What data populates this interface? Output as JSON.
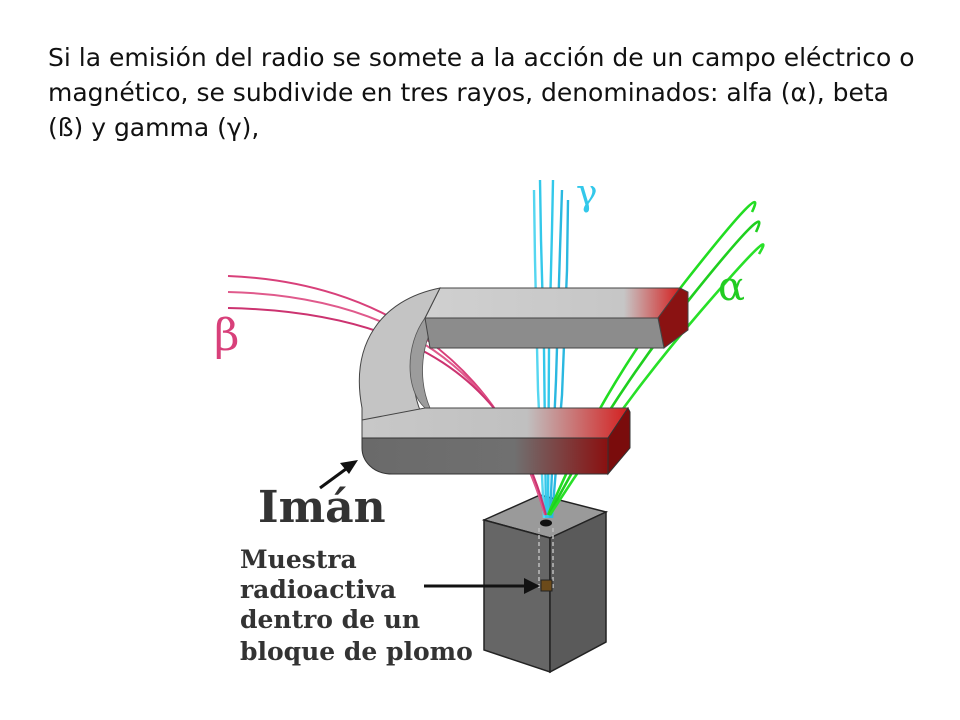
{
  "slide": {
    "intro_text": "Si la emisión del radio se somete a la acción de un campo eléctrico o magnético, se subdivide en tres rayos, denominados: alfa (α), beta (ß) y gamma (γ),"
  },
  "diagram": {
    "labels": {
      "gamma": "γ",
      "alpha": "α",
      "beta": "β",
      "magnet": "Imán",
      "sample_lines": [
        "Muestra",
        "radioactiva",
        "dentro de un",
        "bloque de plomo"
      ]
    },
    "colors": {
      "gamma_ray": "#33c8ea",
      "alpha_ray": "#22dd22",
      "beta_ray": "#d8407a",
      "magnet_body": "#b8b8b8",
      "magnet_pole": "#d42020",
      "lead_block": "#777777",
      "label_text": "#333333"
    },
    "icons": [
      "arrow-to-magnet-icon",
      "arrow-to-sample-icon"
    ]
  }
}
